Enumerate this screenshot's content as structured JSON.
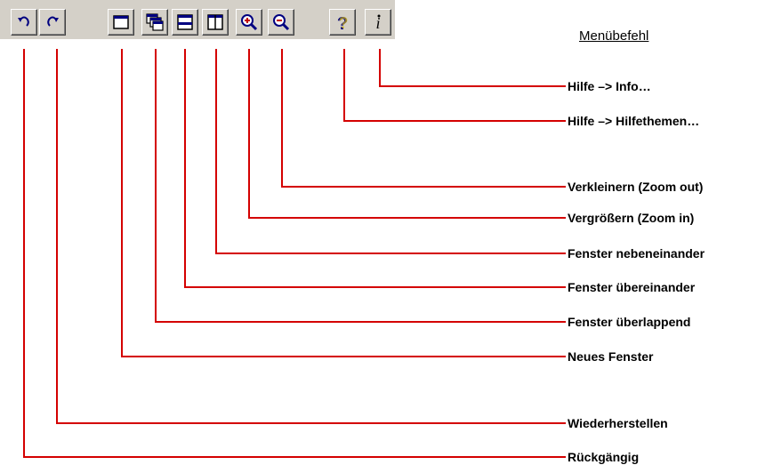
{
  "header": "Menübefehl",
  "toolbar": {
    "buttons": [
      {
        "id": "undo",
        "icon": "undo-icon"
      },
      {
        "id": "redo",
        "icon": "redo-icon"
      },
      {
        "id": "new-window",
        "icon": "new-window-icon"
      },
      {
        "id": "cascade",
        "icon": "cascade-windows-icon"
      },
      {
        "id": "tile-horizontal",
        "icon": "tile-horizontal-icon"
      },
      {
        "id": "tile-vertical",
        "icon": "tile-vertical-icon"
      },
      {
        "id": "zoom-in",
        "icon": "zoom-in-icon"
      },
      {
        "id": "zoom-out",
        "icon": "zoom-out-icon"
      },
      {
        "id": "help-topics",
        "icon": "help-question-icon"
      },
      {
        "id": "info",
        "icon": "info-icon"
      }
    ]
  },
  "callouts": [
    {
      "button": "info",
      "label": "Hilfe –> Info…"
    },
    {
      "button": "help-topics",
      "label": "Hilfe –> Hilfethemen…"
    },
    {
      "button": "zoom-out",
      "label": "Verkleinern (Zoom out)"
    },
    {
      "button": "zoom-in",
      "label": "Vergrößern (Zoom in)"
    },
    {
      "button": "tile-vertical",
      "label": "Fenster nebeneinander"
    },
    {
      "button": "tile-horizontal",
      "label": "Fenster übereinander"
    },
    {
      "button": "cascade",
      "label": "Fenster überlappend"
    },
    {
      "button": "new-window",
      "label": "Neues Fenster"
    },
    {
      "button": "redo",
      "label": "Wiederherstellen"
    },
    {
      "button": "undo",
      "label": "Rückgängig"
    }
  ],
  "colors": {
    "leader": "#d40000",
    "toolbar": "#d4d0c8",
    "icon-blue": "#000080",
    "help-yellow": "#e8c800"
  }
}
